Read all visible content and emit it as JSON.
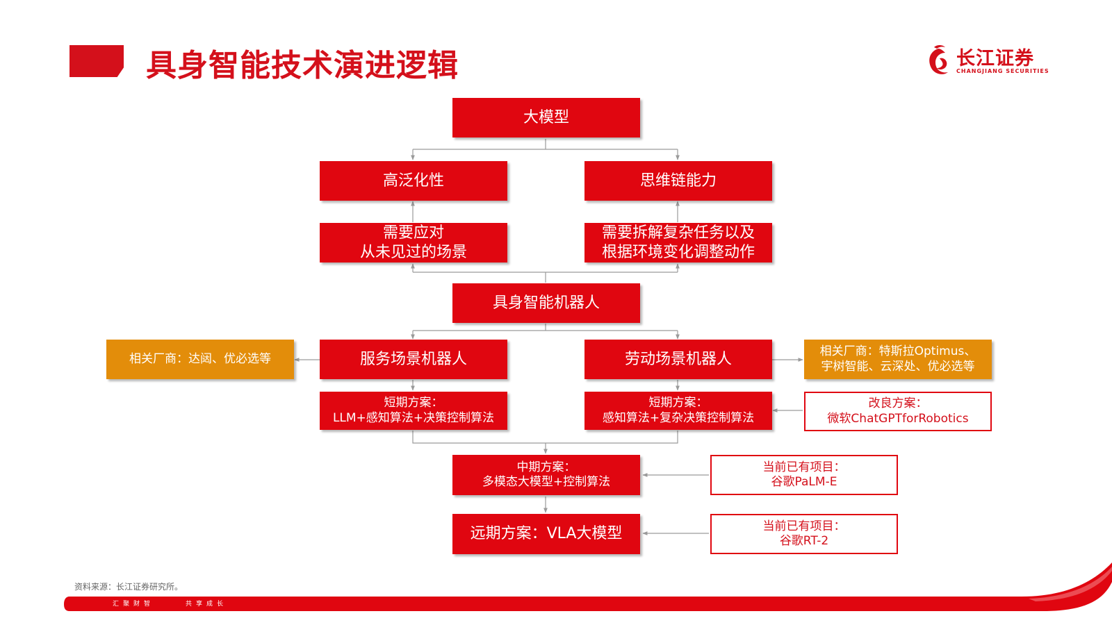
{
  "header": {
    "title": "具身智能技术演进逻辑",
    "logo_cn": "长江证券",
    "logo_en": "CHANGJIANG SECURITIES"
  },
  "diagram": {
    "large_model": "大模型",
    "generalization": "高泛化性",
    "chain_of_thought": "思维链能力",
    "unseen_scenes": "需要应对\n从未见过的场景",
    "decompose_tasks": "需要拆解复杂任务以及\n根据环境变化调整动作",
    "embodied_robot": "具身智能机器人",
    "service_robot": "服务场景机器人",
    "labor_robot": "劳动场景机器人",
    "service_vendors": "相关厂商：达闼、优必选等",
    "labor_vendors": "相关厂商：特斯拉Optimus、\n宇树智能、云深处、优必选等",
    "service_short_term": "短期方案：\nLLM+感知算法+决策控制算法",
    "labor_short_term": "短期方案：\n感知算法+复杂决策控制算法",
    "improved_plan": "改良方案：\n微软ChatGPTforRobotics",
    "mid_term": "中期方案：\n多模态大模型+控制算法",
    "mid_term_project": "当前已有项目：\n谷歌PaLM-E",
    "long_term": "远期方案：VLA大模型",
    "long_term_project": "当前已有项目：\n谷歌RT-2"
  },
  "footer": {
    "source": "资料来源：长江证券研究所。",
    "slogan_left": "汇聚财智",
    "slogan_right": "共享成长"
  },
  "colors": {
    "brand_red": "#e00610",
    "title_red": "#d4101b",
    "vendor_orange": "#e38d0a",
    "connector_gray": "#9a9a9a"
  }
}
